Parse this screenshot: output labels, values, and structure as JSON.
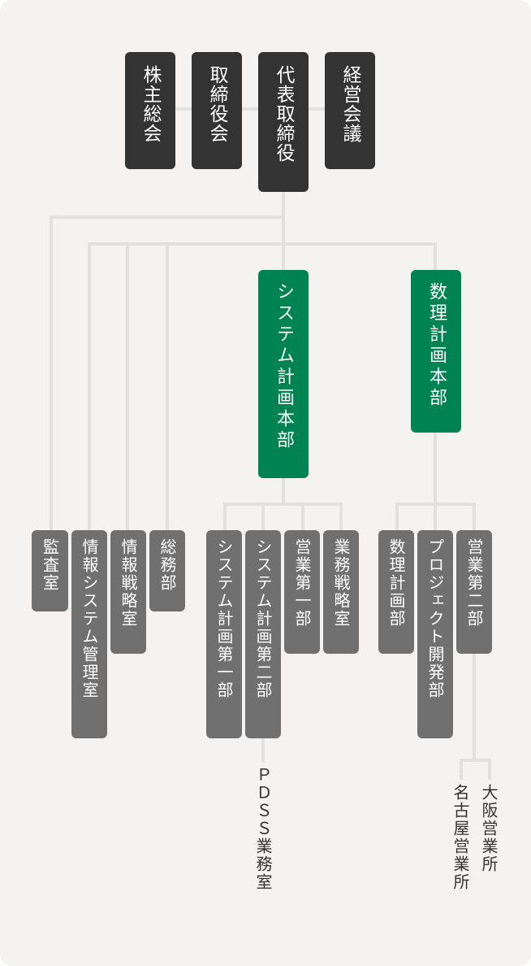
{
  "top": {
    "shareholders": "株主総会",
    "board": "取締役会",
    "representative": "代表取締役",
    "management_meeting": "経営会議"
  },
  "divisions": {
    "system_planning": "システム計画本部",
    "math_planning": "数理計画本部"
  },
  "staff": {
    "audit": "監査室",
    "info_system": "情報システム管理室",
    "info_strategy": "情報戦略室",
    "general_affairs": "総務部"
  },
  "system_units": {
    "sys_plan_1": "システム計画第一部",
    "sys_plan_2": "システム計画第二部",
    "sales_1": "営業第一部",
    "biz_strategy": "業務戦略室"
  },
  "math_units": {
    "math_plan": "数理計画部",
    "project_dev": "プロジェクト開発部",
    "sales_2": "営業第二部"
  },
  "sub_units": {
    "pdss": "ＰＤＳＳ業務室",
    "nagoya": "名古屋営業所",
    "osaka": "大阪営業所"
  },
  "colors": {
    "background": "#f4f3f1",
    "executive_box": "#333333",
    "division_box": "#008352",
    "unit_box": "#707070",
    "connector": "#e2e1df"
  }
}
